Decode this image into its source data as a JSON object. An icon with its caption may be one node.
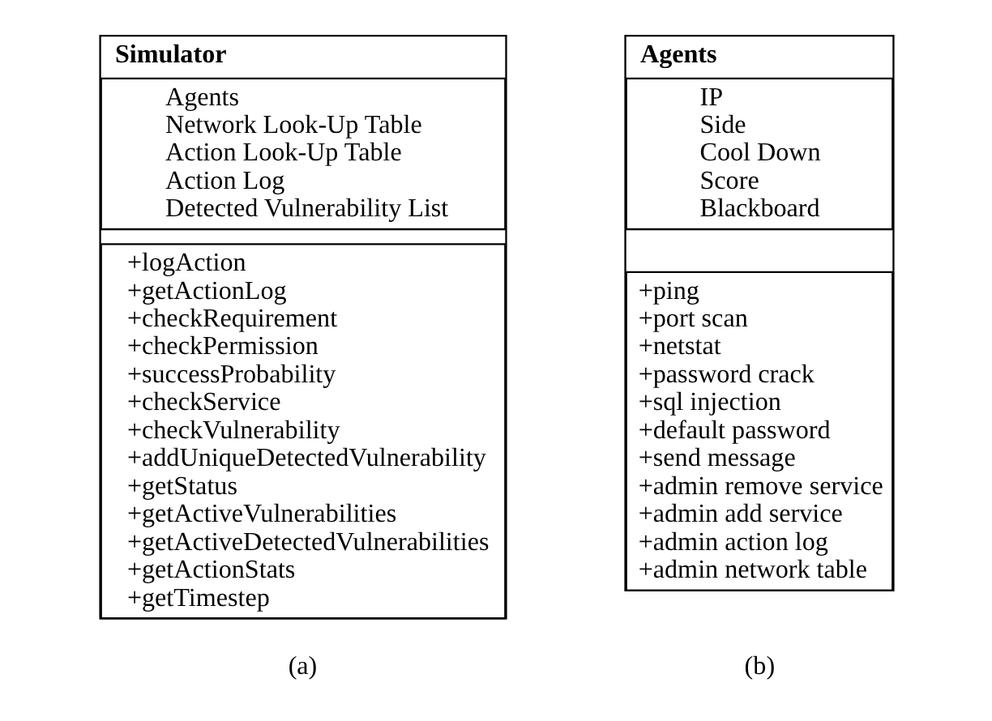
{
  "diagram": {
    "nodes": [
      {
        "text": [
          "Simulator"
        ],
        "beside": [
          "(a)"
        ]
      },
      {
        "text": [
          "Agents",
          "Network Look-Up Table",
          "Action Look-Up Table",
          "Action Log",
          "Detected Vulnerability List"
        ],
        "in": 0
      },
      {
        "text": [
          "+logAction",
          "+getActionLog",
          "+checkRequirement",
          "+checkPermission",
          "+successProbability",
          "+checkService",
          "+checkVulnerability",
          "+addUniqueDetectedVulnerability",
          "+getStatus",
          "+getActiveVulnerabilities",
          "+getActiveDetectedVulnerabilities",
          "+getActionStats",
          "+getTimestep"
        ],
        "in": 0
      },
      {
        "text": [
          "Agents"
        ],
        "beside": [
          "(b)"
        ]
      },
      {
        "text": [
          "IP",
          "Side",
          "Cool Down",
          "Score",
          "Blackboard"
        ],
        "in": 3
      },
      {
        "text": [
          "+ping",
          "+port scan",
          "+netstat",
          "+password crack",
          "+sql injection",
          "+default password",
          "+send message",
          "+admin remove service",
          "+admin add service",
          "+admin action log",
          "+admin network table"
        ],
        "in": 3
      }
    ],
    "edges": []
  }
}
